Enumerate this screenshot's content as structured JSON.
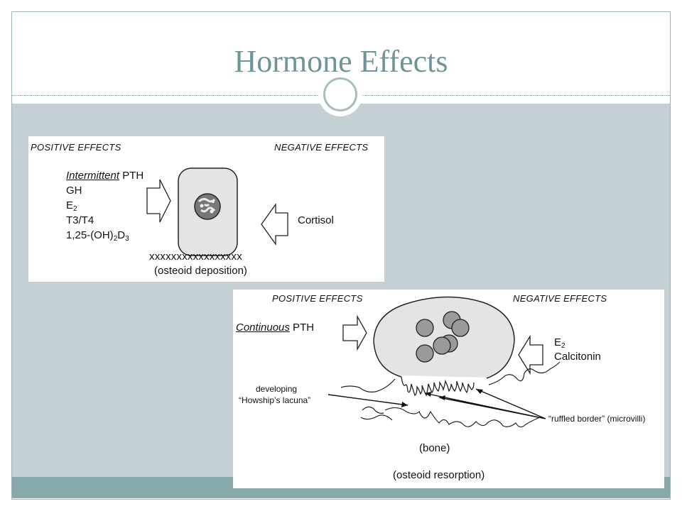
{
  "slide": {
    "title": "Hormone Effects"
  },
  "top_diagram": {
    "positive_header": "POSITIVE EFFECTS",
    "negative_header": "NEGATIVE EFFECTS",
    "positive_factors": {
      "item1_modifier": "Intermittent",
      "item1_rest": " PTH",
      "item2": "GH",
      "item3_base": "E",
      "item3_sub": "2",
      "item4": "T3/T4",
      "item5_pre": "1,25-(OH)",
      "item5_sub1": "2",
      "item5_mid": "D",
      "item5_sub2": "3"
    },
    "negative_factors": {
      "item1": "Cortisol"
    },
    "deposit_marks": "xxxxxxxxxxxxxxxxx",
    "caption": "(osteoid deposition)"
  },
  "bottom_diagram": {
    "positive_header": "POSITIVE EFFECTS",
    "negative_header": "NEGATIVE EFFECTS",
    "positive_factors": {
      "item1_modifier": "Continuous",
      "item1_rest": " PTH"
    },
    "negative_factors": {
      "item1_base": "E",
      "item1_sub": "2",
      "item2": "Calcitonin"
    },
    "annotation_lacuna_line1": "developing",
    "annotation_lacuna_line2": "“Howship’s lacuna”",
    "annotation_ruffled_border": "“ruffled border” (microvilli)",
    "bone_label": "(bone)",
    "caption": "(osteoid resorption)"
  }
}
